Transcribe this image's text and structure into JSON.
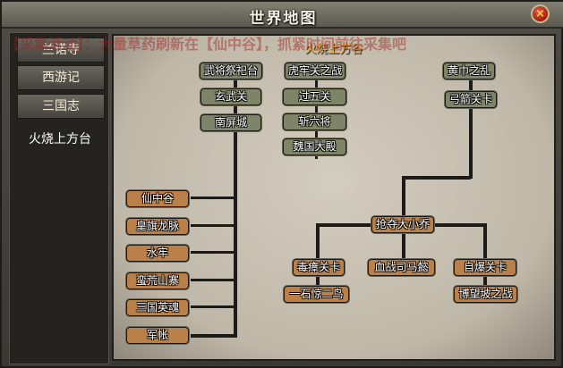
{
  "window": {
    "title": "世界地图",
    "close_label": "×"
  },
  "banner": "【采集活动】：大量草药刷新在【仙中谷】，抓紧时间前往采集吧",
  "sidebar": {
    "items": [
      {
        "label": "兰诺寺"
      },
      {
        "label": "西游记"
      },
      {
        "label": "三国志"
      }
    ],
    "sub_item": "火烧上方台"
  },
  "map": {
    "title": "火烧上方谷",
    "nodes": {
      "n1": "武将祭祀台",
      "n2": "玄武关",
      "n3": "南屏城",
      "n4": "虎牢关之战",
      "n5": "过五关",
      "n6": "斩六将",
      "n7": "魏国大殿",
      "n8": "黄巾之乱",
      "n9": "弓箭关卡",
      "n10": "仙中谷",
      "n11": "皇旗龙脉",
      "n12": "水牢",
      "n13": "蛮荒山寨",
      "n14": "三国英魂",
      "n15": "军帐",
      "n16": "抢夺大小乔",
      "n17": "毒瘴关卡",
      "n18": "一石惊二鸟",
      "n19": "血战司马懿",
      "n20": "自爆关卡",
      "n21": "博望坡之战"
    }
  },
  "colors": {
    "locked": "#7d8467",
    "unlocked": "#b9804a",
    "title": "#f0b030"
  }
}
